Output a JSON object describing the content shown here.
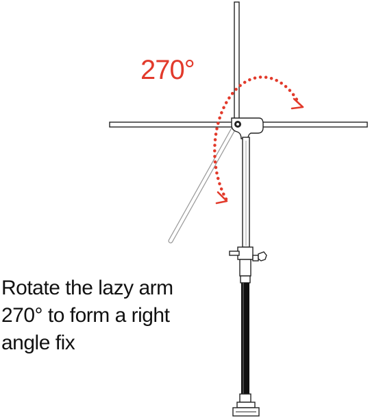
{
  "diagram": {
    "angle_label": "270°",
    "instruction_lines": [
      "Rotate the lazy arm",
      "270° to form a right",
      "angle fix"
    ],
    "colors": {
      "arrow": "#e23a2b",
      "line": "#222222",
      "ghost_arm": "#b5b5b5",
      "gooseneck": "#111111"
    }
  }
}
